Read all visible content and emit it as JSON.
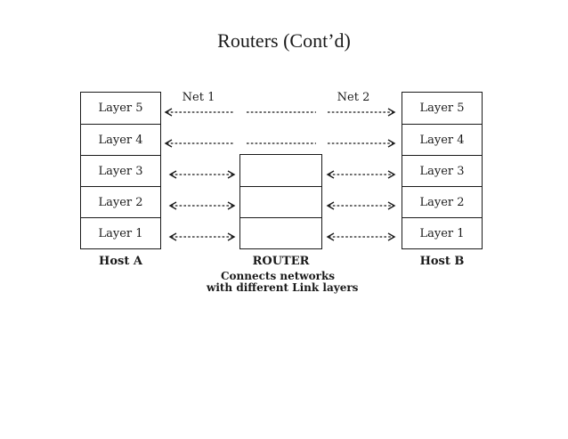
{
  "title": "Routers (Cont’d)",
  "diagram": {
    "net1_label": "Net 1",
    "net2_label": "Net 2",
    "host_a": {
      "label": "Host A",
      "layers": [
        "Layer 5",
        "Layer 4",
        "Layer 3",
        "Layer 2",
        "Layer 1"
      ]
    },
    "host_b": {
      "label": "Host B",
      "layers": [
        "Layer 5",
        "Layer 4",
        "Layer 3",
        "Layer 2",
        "Layer 1"
      ]
    },
    "router": {
      "label": "ROUTER",
      "layer_rows": 3,
      "caption_line1": "Connects networks",
      "caption_line2": "with different Link layers"
    },
    "colors": {
      "ink": "#1a1a1a",
      "background": "#ffffff"
    }
  }
}
